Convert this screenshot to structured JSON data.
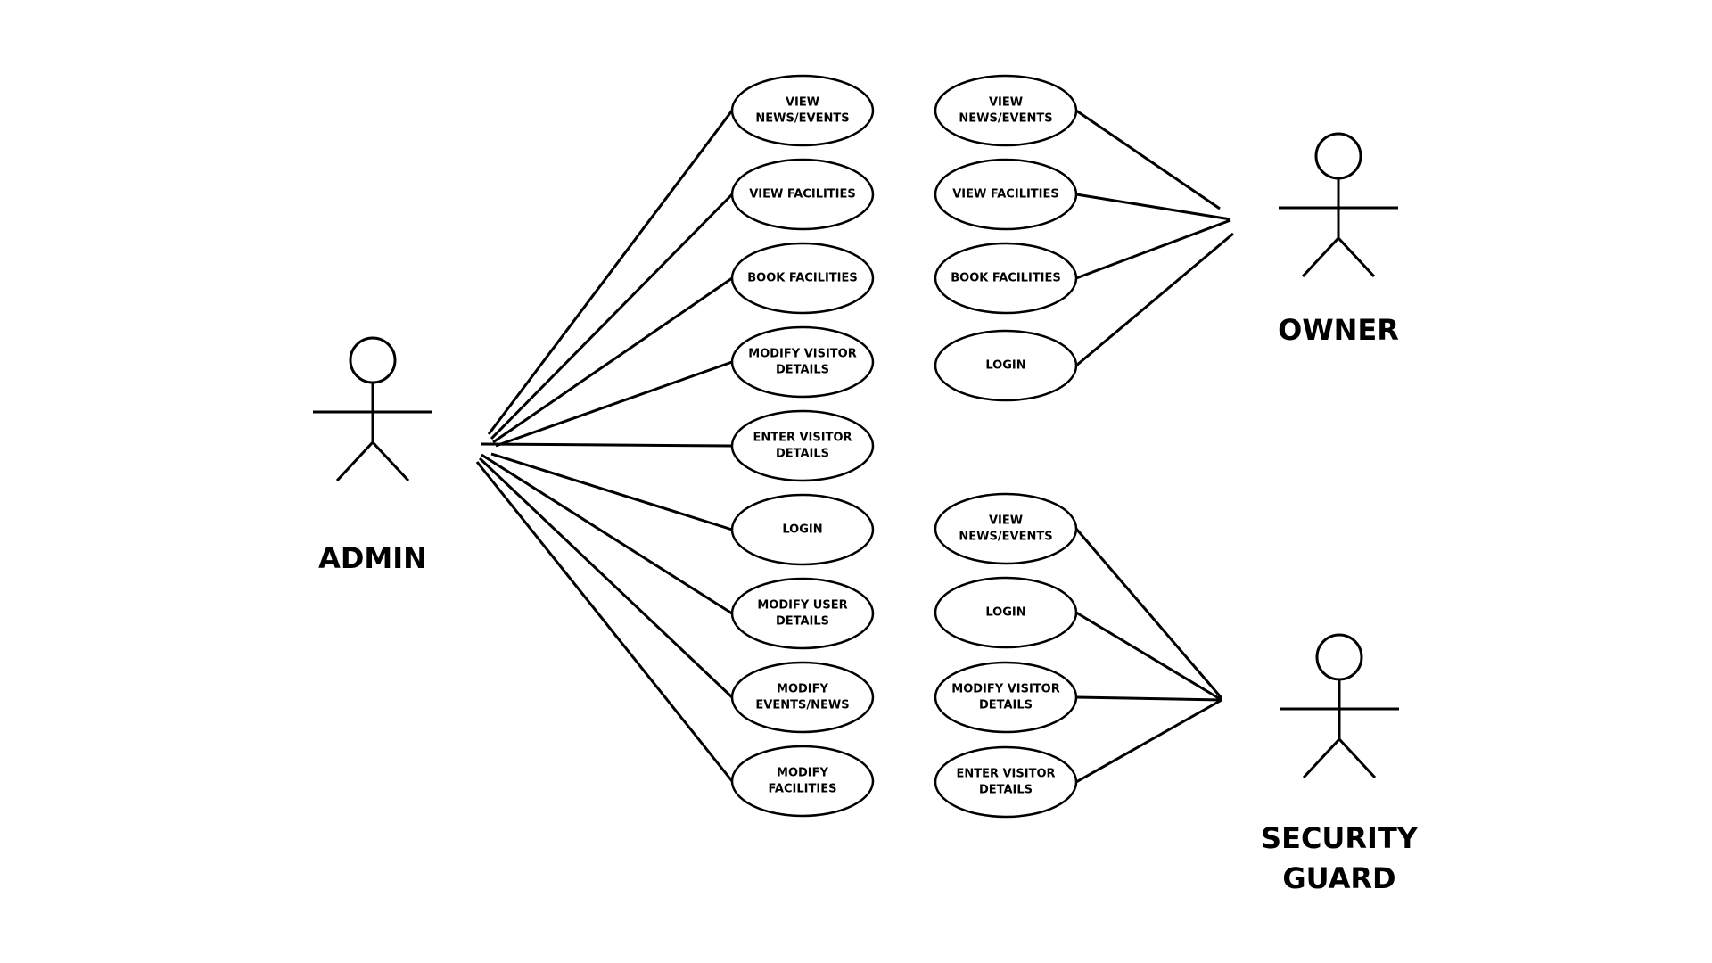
{
  "actors": [
    {
      "id": "admin",
      "label_lines": [
        "ADMIN"
      ]
    },
    {
      "id": "owner",
      "label_lines": [
        "OWNER"
      ]
    },
    {
      "id": "guard",
      "label_lines": [
        "SECURITY",
        "GUARD"
      ]
    }
  ],
  "use_cases": {
    "admin": [
      {
        "lines": [
          "VIEW",
          "NEWS/EVENTS"
        ]
      },
      {
        "lines": [
          "VIEW FACILITIES"
        ]
      },
      {
        "lines": [
          "BOOK FACILITIES"
        ]
      },
      {
        "lines": [
          "MODIFY VISITOR",
          "DETAILS"
        ]
      },
      {
        "lines": [
          "ENTER VISITOR",
          "DETAILS"
        ]
      },
      {
        "lines": [
          "LOGIN"
        ]
      },
      {
        "lines": [
          "MODIFY USER",
          "DETAILS"
        ]
      },
      {
        "lines": [
          "MODIFY",
          "EVENTS/NEWS"
        ]
      },
      {
        "lines": [
          "MODIFY",
          "FACILITIES"
        ]
      }
    ],
    "owner": [
      {
        "lines": [
          "VIEW",
          "NEWS/EVENTS"
        ]
      },
      {
        "lines": [
          "VIEW FACILITIES"
        ]
      },
      {
        "lines": [
          "BOOK FACILITIES"
        ]
      },
      {
        "lines": [
          "LOGIN"
        ]
      }
    ],
    "guard": [
      {
        "lines": [
          "VIEW",
          "NEWS/EVENTS"
        ]
      },
      {
        "lines": [
          "LOGIN"
        ]
      },
      {
        "lines": [
          "MODIFY VISITOR",
          "DETAILS"
        ]
      },
      {
        "lines": [
          "ENTER VISITOR",
          "DETAILS"
        ]
      }
    ]
  }
}
